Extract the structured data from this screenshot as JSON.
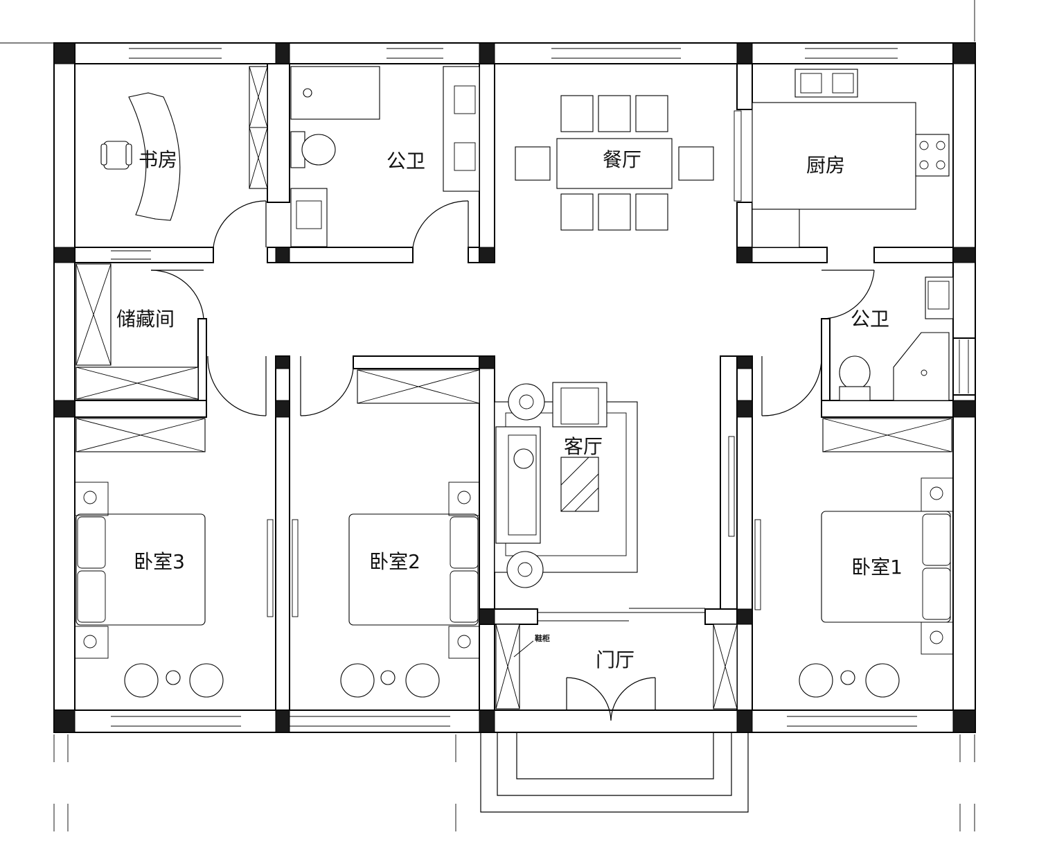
{
  "rooms": {
    "study": "书房",
    "bathroom_public_1": "公卫",
    "dining": "餐厅",
    "kitchen": "厨房",
    "storage": "储藏间",
    "bathroom_public_2": "公卫",
    "living": "客厅",
    "bedroom_3": "卧室3",
    "bedroom_2": "卧室2",
    "bedroom_1": "卧室1",
    "foyer": "门厅"
  },
  "annotations": {
    "shoe_cabinet": "鞋柜"
  }
}
